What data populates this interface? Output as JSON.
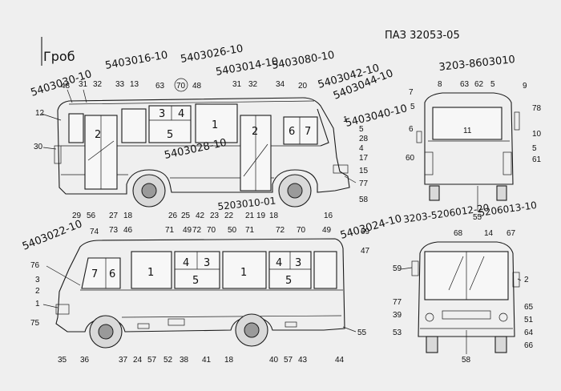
{
  "header": {
    "top_right": "ПАЗ 32053-05",
    "top_left_scribble": "Гроб"
  },
  "side_view_top": {
    "panel_numbers": {
      "p2a": "2",
      "p3": "3",
      "p4": "4",
      "p5": "5",
      "p1": "1",
      "p2b": "2",
      "p6": "6",
      "p7": "7"
    },
    "callouts": [
      "48",
      "31",
      "32",
      "33",
      "13",
      "63",
      "70",
      "48",
      "31",
      "32",
      "34",
      "20",
      "12",
      "30",
      "29",
      "56",
      "27",
      "18",
      "26",
      "25",
      "42",
      "23",
      "22",
      "21",
      "19",
      "18",
      "16",
      "58",
      "77",
      "15",
      "17",
      "4",
      "28",
      "5",
      "1"
    ],
    "part_numbers": [
      "5403030-10",
      "5403016-10",
      "5403026-10",
      "5403014-10",
      "5403080-10",
      "5403042-10",
      "5403044-10",
      "5403040-10",
      "5403028-10",
      "5203010-01"
    ]
  },
  "rear_view": {
    "part_number": "3203-8603010",
    "callouts": [
      "8",
      "63",
      "62",
      "5",
      "9",
      "7",
      "5",
      "78",
      "6",
      "11",
      "10",
      "5",
      "60",
      "61",
      "55"
    ]
  },
  "side_view_bottom": {
    "panel_numbers": {
      "p7": "7",
      "p6": "6",
      "p1a": "1",
      "p4a": "4",
      "p3a": "3",
      "p5a": "5",
      "p1b": "1",
      "p4b": "4",
      "p3b": "3",
      "p5b": "5"
    },
    "callouts": [
      "74",
      "73",
      "46",
      "71",
      "49",
      "72",
      "70",
      "50",
      "71",
      "72",
      "70",
      "49",
      "69",
      "47",
      "76",
      "3",
      "2",
      "1",
      "75",
      "35",
      "36",
      "37",
      "24",
      "57",
      "52",
      "38",
      "41",
      "18",
      "40",
      "57",
      "43",
      "44",
      "55"
    ],
    "part_numbers": [
      "5403022-10"
    ]
  },
  "front_view": {
    "part_numbers": [
      "3203-5206012-20",
      "5206013-10",
      "5403024-10"
    ],
    "callouts": [
      "68",
      "14",
      "67",
      "59",
      "2",
      "77",
      "39",
      "53",
      "65",
      "51",
      "64",
      "66",
      "58"
    ]
  }
}
